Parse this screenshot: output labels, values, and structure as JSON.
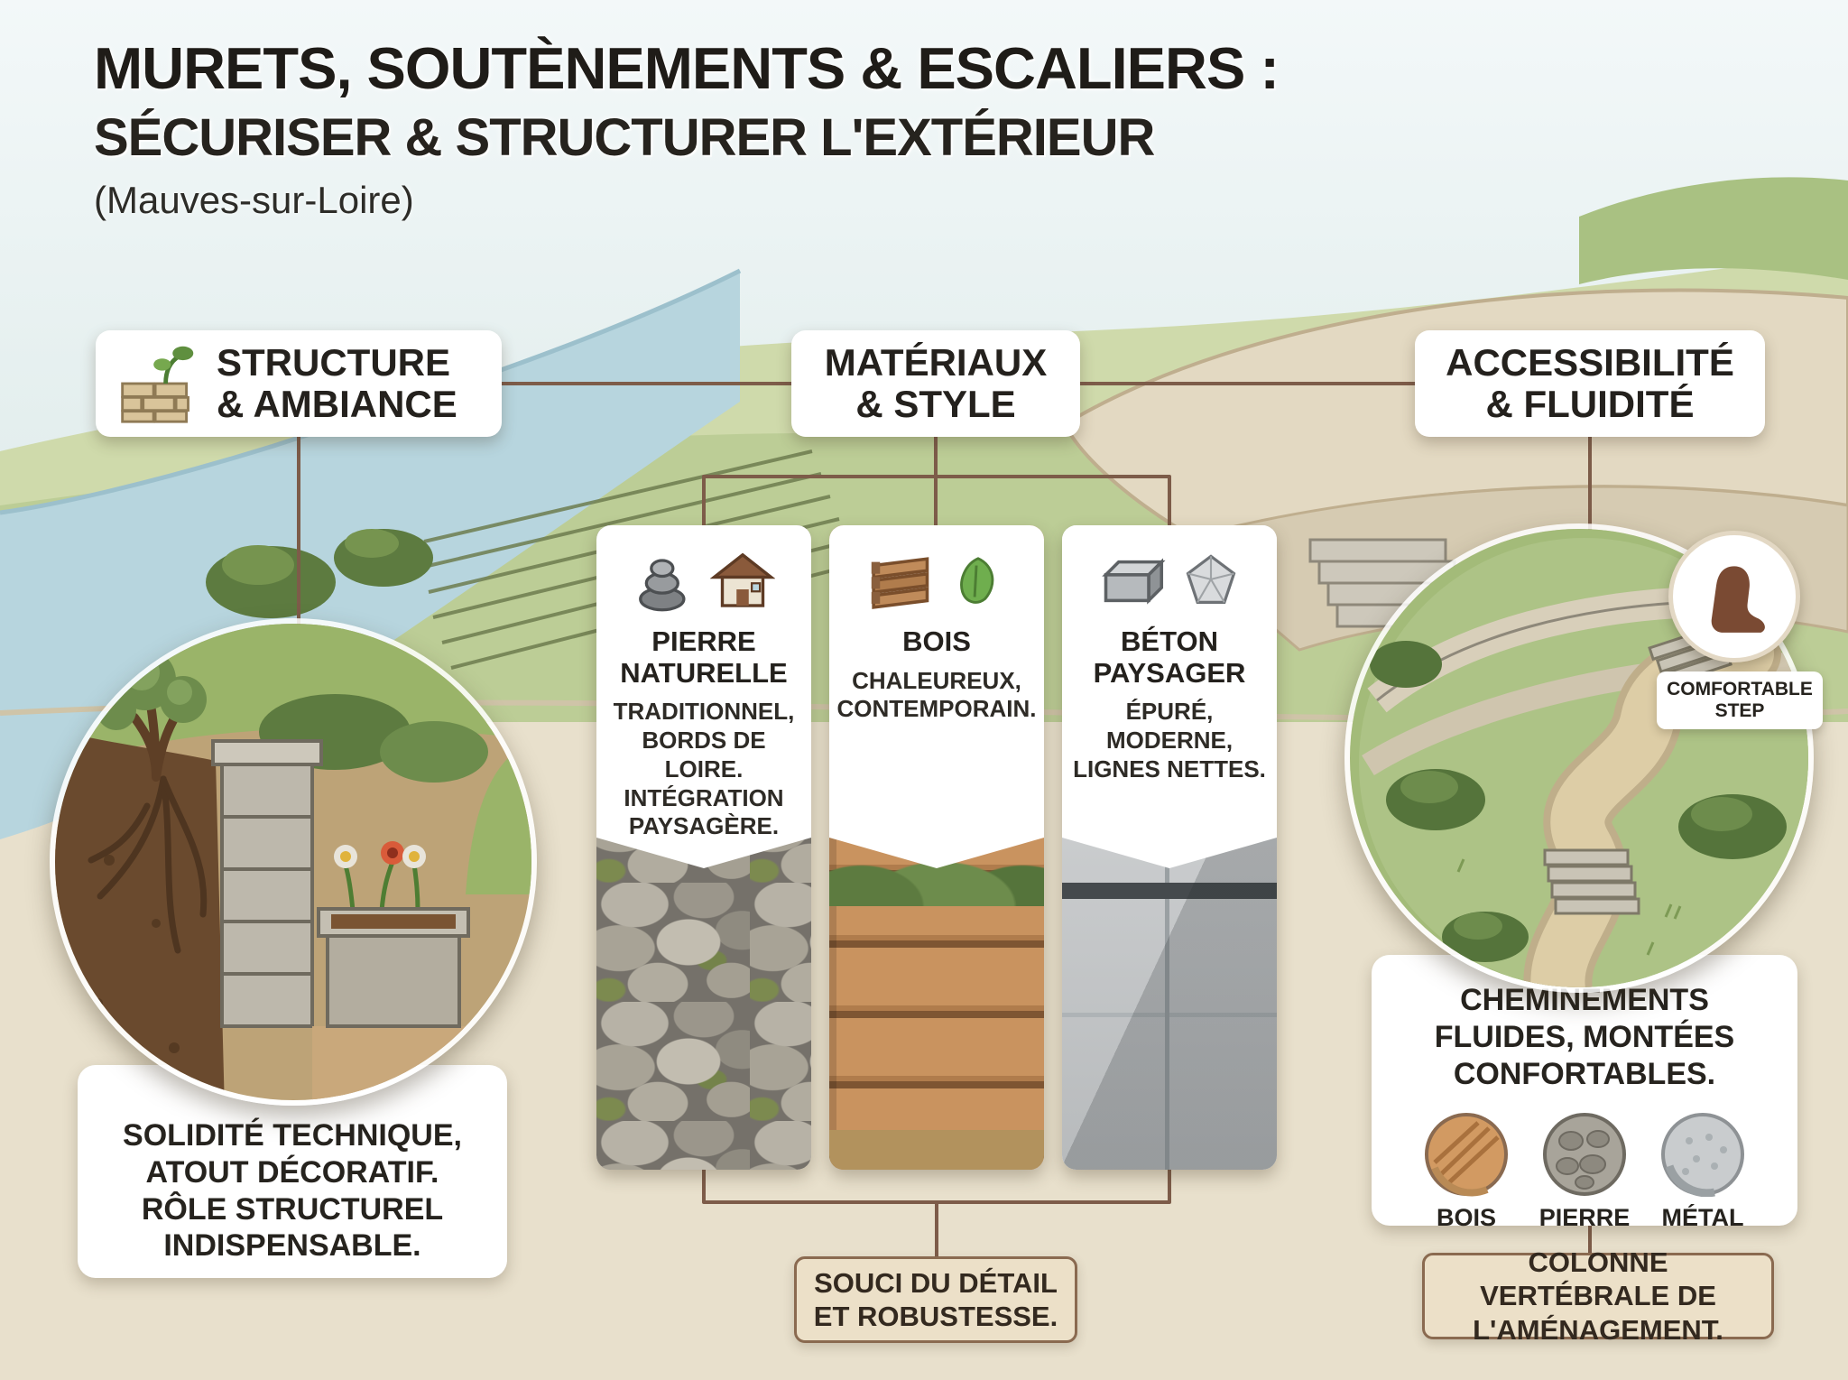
{
  "title": {
    "line1": "MURETS, SOUTÈNEMENTS & ESCALIERS :",
    "line2": "SÉCURISER & STRUCTURER L'EXTÉRIEUR",
    "location": "(Mauves-sur-Loire)"
  },
  "branches": {
    "structure": {
      "line1": "STRUCTURE",
      "line2": "& AMBIANCE"
    },
    "materials": {
      "line1": "MATÉRIAUX",
      "line2": "& STYLE"
    },
    "access": {
      "line1": "ACCESSIBILITÉ",
      "line2": "& FLUIDITÉ"
    }
  },
  "structure_section": {
    "caption": "SOLIDITÉ TECHNIQUE, ATOUT DÉCORATIF. RÔLE STRUCTUREL INDISPENSABLE."
  },
  "materials_section": {
    "cards": [
      {
        "title": "PIERRE NATURELLE",
        "desc": "TRADITIONNEL, BORDS DE LOIRE. INTÉGRATION PAYSAGÈRE.",
        "texture": "stone"
      },
      {
        "title": "BOIS",
        "desc": "CHALEUREUX, CONTEMPORAIN.",
        "texture": "wood"
      },
      {
        "title": "BÉTON PAYSAGER",
        "desc": "ÉPURÉ, MODERNE, LIGNES NETTES.",
        "texture": "concrete"
      }
    ],
    "footer": "SOUCI DU DÉTAIL ET ROBUSTESSE."
  },
  "access_section": {
    "badge": "COMFORTABLE STEP",
    "caption": "CHEMINEMENTS FLUIDES, MONTÉES CONFORTABLES.",
    "swatches": [
      {
        "label": "BOIS"
      },
      {
        "label": "PIERRE"
      },
      {
        "label": "MÉTAL"
      }
    ],
    "footer": "COLONNE VERTÉBRALE DE L'AMÉNAGEMENT."
  },
  "colors": {
    "connector": "#7d5c49",
    "panel": "#ffffff",
    "footer_box": "#ece0c8",
    "text": "#24211d"
  }
}
